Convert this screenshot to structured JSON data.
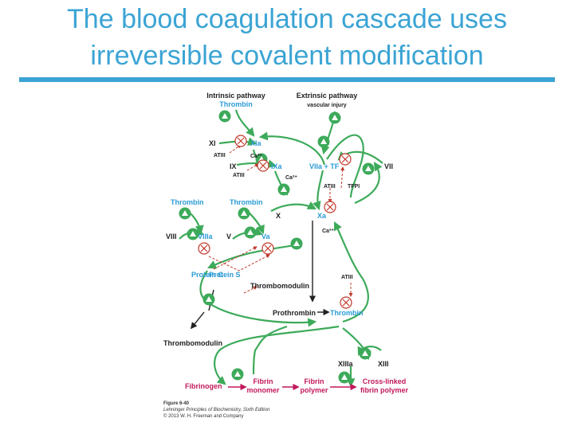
{
  "title": {
    "line1": "The blood coagulation cascade uses",
    "line2": "irreversible covalent modification"
  },
  "diagram": {
    "intrinsic_pathway": "Intrinsic pathway",
    "intrinsic_thrombin": "Thrombin",
    "extrinsic_pathway": "Extrinsic pathway",
    "vascular_injury": "vascular injury",
    "XI": "XI",
    "XIa": "XIa",
    "ATIII_1": "ATIII",
    "Ca_1": "Ca²⁺",
    "IX": "IX",
    "IXa": "IXa",
    "ATIII_2": "ATIII",
    "Ca_2": "Ca²⁺",
    "VIIa_TF": "VIIa + TF",
    "VII": "VII",
    "ATIII_3": "ATIII",
    "TFPI": "TFPI",
    "thrombin_left": "Thrombin",
    "thrombin_mid": "Thrombin",
    "X": "X",
    "Xa": "Xa",
    "VIII": "VIII",
    "VIIIa": "VIIIa",
    "V": "V",
    "Va": "Va",
    "Ca_3": "Ca²⁺",
    "protein_c": "Protein C",
    "protein_s": "Protein S",
    "thrombomodulin_1": "Thrombomodulin",
    "ATIII_4": "ATIII",
    "prothrombin": "Prothrombin",
    "thrombin_bottom": "Thrombin",
    "thrombomodulin_2": "Thrombomodulin",
    "XIIIa": "XIIIa",
    "XIII": "XIII",
    "fibrinogen": "Fibrinogen",
    "fibrin_monomer_1": "Fibrin",
    "fibrin_monomer_2": "monomer",
    "fibrin_polymer_1": "Fibrin",
    "fibrin_polymer_2": "polymer",
    "crosslinked_1": "Cross-linked",
    "crosslinked_2": "fibrin polymer",
    "figure_label": "Figure 6-40",
    "credit_1": "Lehninger Principles of Biochemistry, Sixth Edition",
    "credit_2": "© 2013 W. H. Freeman and Company"
  },
  "colors": {
    "title": "#3ba4d4",
    "activation_green": "#3daa5a",
    "inhibition_red": "#c0392b",
    "factor_blue": "#2a9bd6",
    "fibrin_magenta": "#c2185b"
  }
}
